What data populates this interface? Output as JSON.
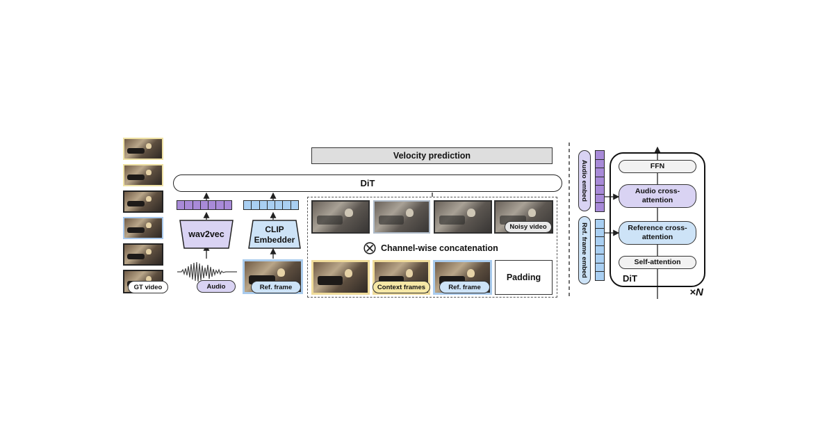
{
  "left": {
    "velocity_prediction": "Velocity prediction",
    "dit_bar": "DiT",
    "wav2vec": "wav2vec",
    "clip_embedder": "CLIP Embedder",
    "channel_concat": "Channel-wise concatenation",
    "padding": "Padding",
    "labels": {
      "gt_video": "GT video",
      "audio": "Audio",
      "ref_frame": "Ref. frame",
      "noisy_video": "Noisy video",
      "context_frames": "Context frames",
      "ref_frame_2": "Ref. frame"
    }
  },
  "right": {
    "audio_embed": "Audio embed",
    "ref_frame_embed": "Ref. frame embed",
    "ffn": "FFN",
    "audio_cross_attention": "Audio cross-attention",
    "reference_cross_attention": "Reference cross-attention",
    "self_attention": "Self-attention",
    "dit_block": "DiT",
    "repeat": "×N"
  },
  "colors": {
    "purple": "#a88ad8",
    "blue": "#a9cff2",
    "lavender": "#d9d3f3",
    "light_blue": "#cde3f7",
    "yellow": "#f6e8a6",
    "gray": "#dedede"
  }
}
